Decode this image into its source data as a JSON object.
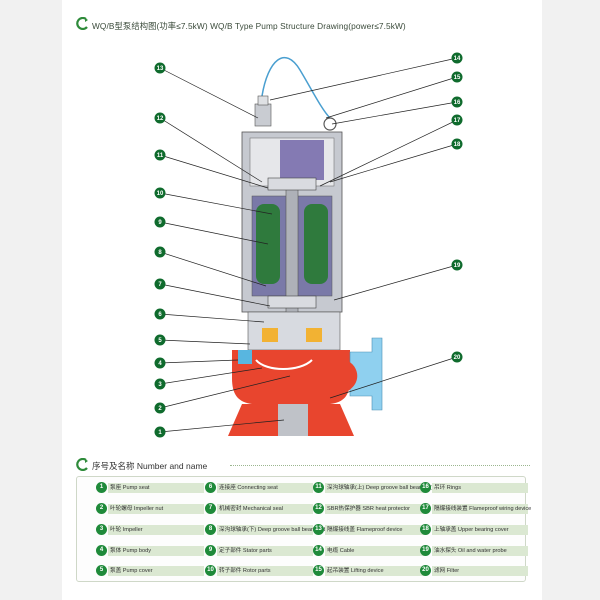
{
  "header": {
    "title": "WQ/B型泵结构图(功率≤7.5kW) WQ/B Type Pump Structure Drawing(power≤7.5kW)"
  },
  "callouts": {
    "left": [
      "13",
      "12",
      "11",
      "10",
      "9",
      "8",
      "7",
      "6",
      "5",
      "4",
      "3",
      "2",
      "1"
    ],
    "right": [
      "14",
      "15",
      "16",
      "17",
      "18",
      "19",
      "20"
    ]
  },
  "legend": {
    "title": "序号及名称 Number and name",
    "items": [
      {
        "num": "1",
        "text": "泵座 Pump seat"
      },
      {
        "num": "2",
        "text": "叶轮螺母 Impeller nut"
      },
      {
        "num": "3",
        "text": "叶轮 Impeller"
      },
      {
        "num": "4",
        "text": "泵体 Pump body"
      },
      {
        "num": "5",
        "text": "泵盖 Pump cover"
      },
      {
        "num": "6",
        "text": "连接座 Connecting seat"
      },
      {
        "num": "7",
        "text": "机械密封 Mechanical seal"
      },
      {
        "num": "8",
        "text": "深沟球轴承(下) Deep groove ball bearing (below)"
      },
      {
        "num": "9",
        "text": "定子部件 Stator parts"
      },
      {
        "num": "10",
        "text": "转子部件 Rotor parts"
      },
      {
        "num": "11",
        "text": "深沟球轴承(上) Deep groove ball bearing (top)"
      },
      {
        "num": "12",
        "text": "SBR热保护器 SBR heat protector"
      },
      {
        "num": "13",
        "text": "隔爆接线盖 Flameproof device"
      },
      {
        "num": "14",
        "text": "电缆 Cable"
      },
      {
        "num": "15",
        "text": "起吊装置 Lifting device"
      },
      {
        "num": "16",
        "text": "吊环 Rings"
      },
      {
        "num": "17",
        "text": "隔爆接线装置 Flameproof wiring device"
      },
      {
        "num": "18",
        "text": "上轴承盖 Upper bearing cover"
      },
      {
        "num": "19",
        "text": "油水探头 Oil and water probe"
      },
      {
        "num": "20",
        "text": "滤网 Filter"
      }
    ]
  },
  "colors": {
    "accent_green": "#1f8a3a",
    "pump_red": "#e8452e",
    "stator_green": "#2f7a3d",
    "housing_grey": "#b9bcc4",
    "inlet_blue": "#58b6e0",
    "bearing_orange": "#f2b233"
  }
}
